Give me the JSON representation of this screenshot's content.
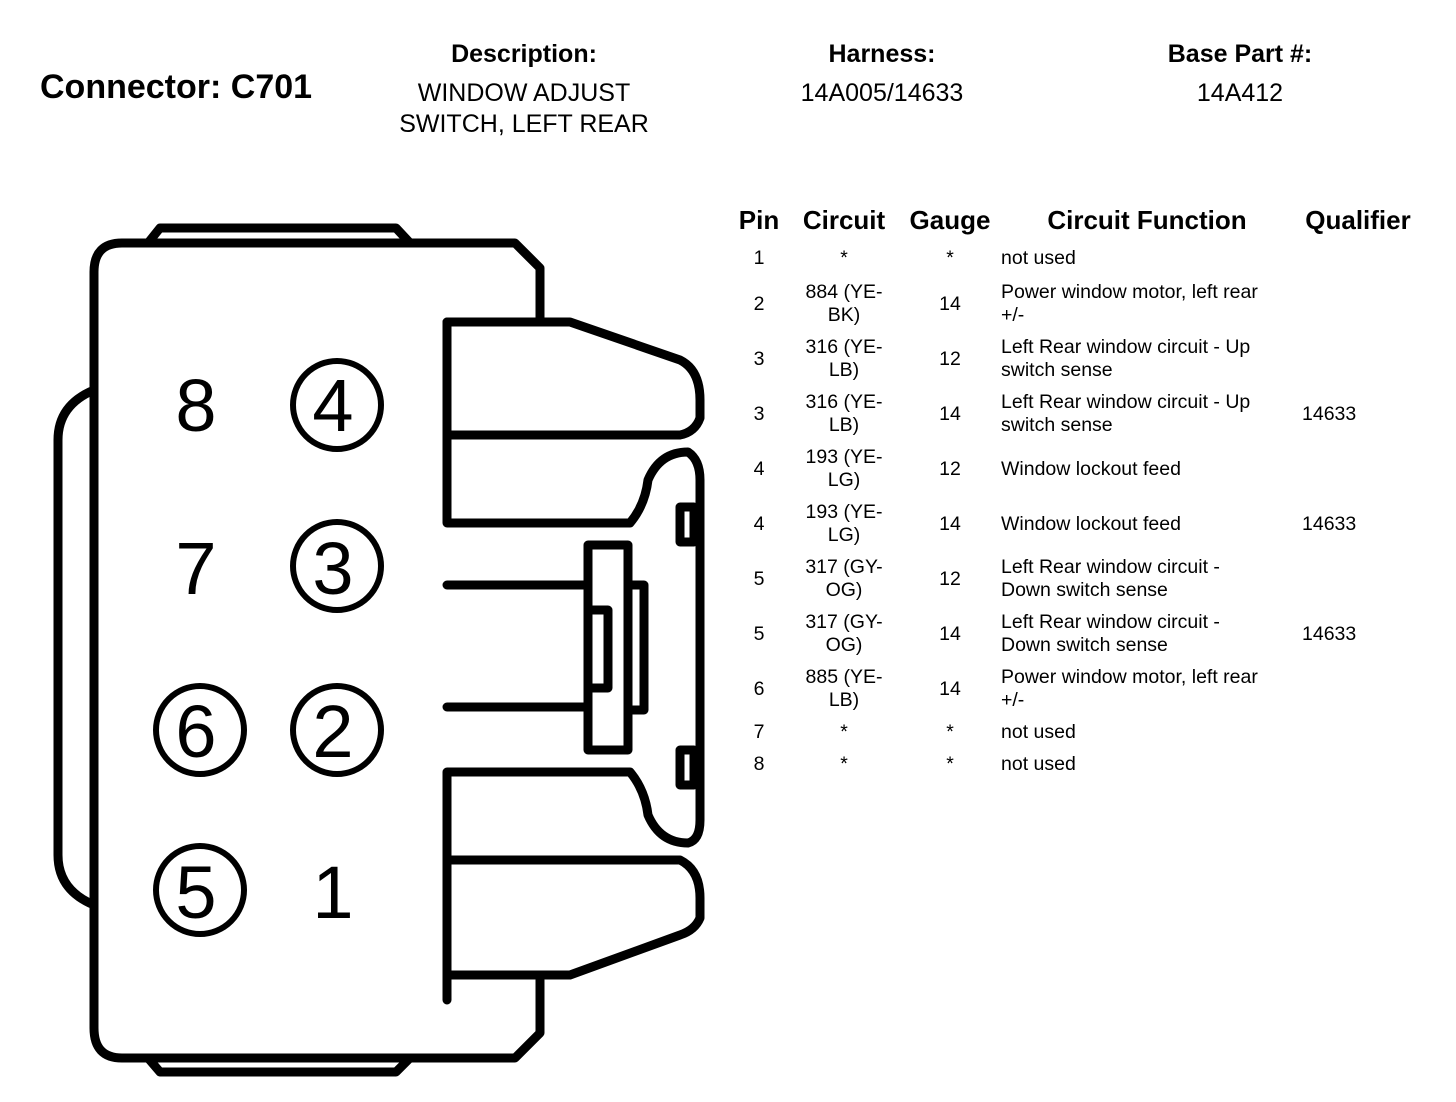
{
  "header": {
    "connector_label": "Connector: C701",
    "description_label": "Description:",
    "description_value": [
      "WINDOW ADJUST",
      "SWITCH, LEFT REAR"
    ],
    "harness_label": "Harness:",
    "harness_value": "14A005/14633",
    "base_part_label": "Base Part #:",
    "base_part_value": "14A412"
  },
  "connector": {
    "pins_left": [
      "8",
      "7",
      "6",
      "5"
    ],
    "pins_right": [
      "4",
      "3",
      "2",
      "1"
    ]
  },
  "table": {
    "columns": [
      "Pin",
      "Circuit",
      "Gauge",
      "Circuit Function",
      "Qualifier"
    ],
    "rows": [
      {
        "pin": "1",
        "circuit": [
          "*"
        ],
        "gauge": "*",
        "function": [
          "not used"
        ],
        "qualifier": ""
      },
      {
        "pin": "2",
        "circuit": [
          "884 (YE-",
          "BK)"
        ],
        "gauge": "14",
        "function": [
          "Power window motor, left rear",
          "+/-"
        ],
        "qualifier": ""
      },
      {
        "pin": "3",
        "circuit": [
          "316 (YE-",
          "LB)"
        ],
        "gauge": "12",
        "function": [
          "Left Rear window circuit - Up",
          "switch sense"
        ],
        "qualifier": ""
      },
      {
        "pin": "3",
        "circuit": [
          "316 (YE-",
          "LB)"
        ],
        "gauge": "14",
        "function": [
          "Left Rear window circuit - Up",
          "switch sense"
        ],
        "qualifier": "14633"
      },
      {
        "pin": "4",
        "circuit": [
          "193 (YE-",
          "LG)"
        ],
        "gauge": "12",
        "function": [
          "Window lockout feed"
        ],
        "qualifier": ""
      },
      {
        "pin": "4",
        "circuit": [
          "193 (YE-",
          "LG)"
        ],
        "gauge": "14",
        "function": [
          "Window lockout feed"
        ],
        "qualifier": "14633"
      },
      {
        "pin": "5",
        "circuit": [
          "317 (GY-",
          "OG)"
        ],
        "gauge": "12",
        "function": [
          "Left Rear window circuit -",
          "Down switch sense"
        ],
        "qualifier": ""
      },
      {
        "pin": "5",
        "circuit": [
          "317 (GY-",
          "OG)"
        ],
        "gauge": "14",
        "function": [
          "Left Rear window circuit -",
          "Down switch sense"
        ],
        "qualifier": "14633"
      },
      {
        "pin": "6",
        "circuit": [
          "885 (YE-",
          "LB)"
        ],
        "gauge": "14",
        "function": [
          "Power window motor, left rear",
          "+/-"
        ],
        "qualifier": ""
      },
      {
        "pin": "7",
        "circuit": [
          "*"
        ],
        "gauge": "*",
        "function": [
          "not used"
        ],
        "qualifier": ""
      },
      {
        "pin": "8",
        "circuit": [
          "*"
        ],
        "gauge": "*",
        "function": [
          "not used"
        ],
        "qualifier": ""
      }
    ]
  }
}
